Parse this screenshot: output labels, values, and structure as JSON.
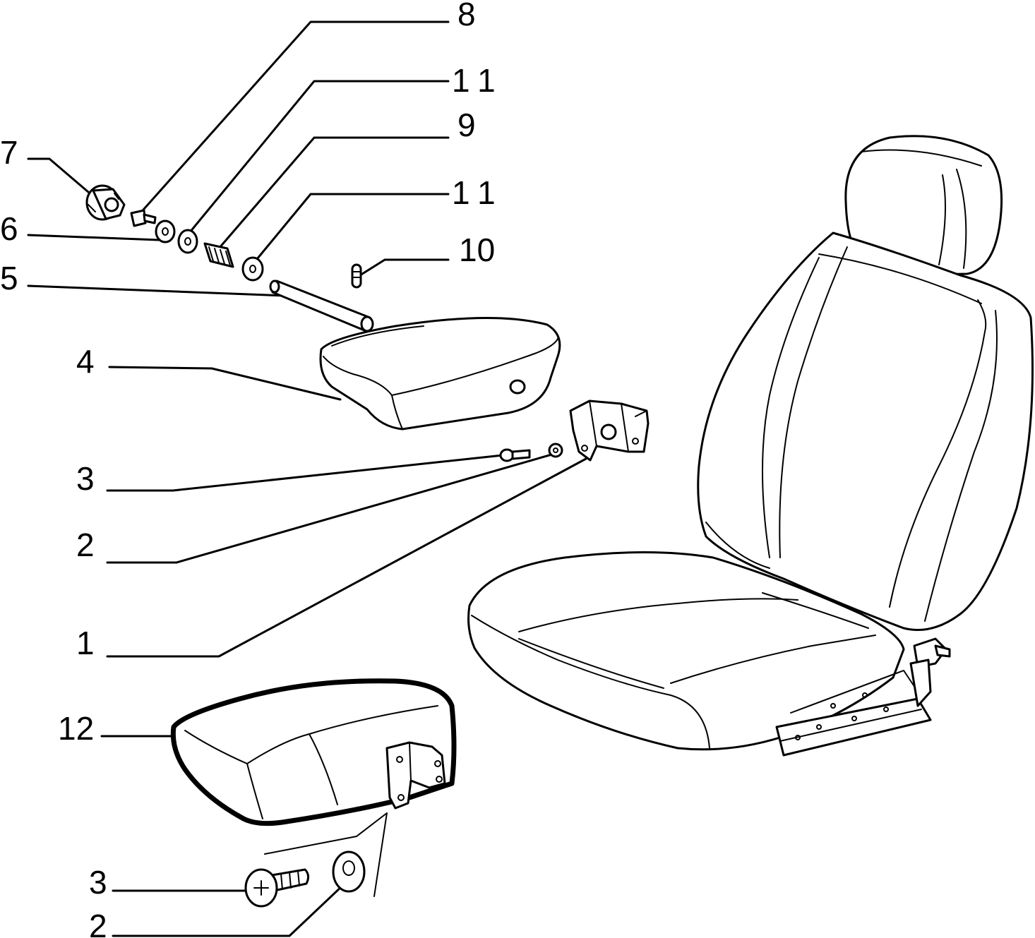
{
  "callouts": {
    "c8": "8",
    "c11a": "11",
    "c9": "9",
    "c11b": "11",
    "c10": "10",
    "c7": "7",
    "c6": "6",
    "c5": "5",
    "c4": "4",
    "c3a": "3",
    "c2a": "2",
    "c1": "1",
    "c12": "12",
    "c3b": "3",
    "c2b": "2"
  }
}
